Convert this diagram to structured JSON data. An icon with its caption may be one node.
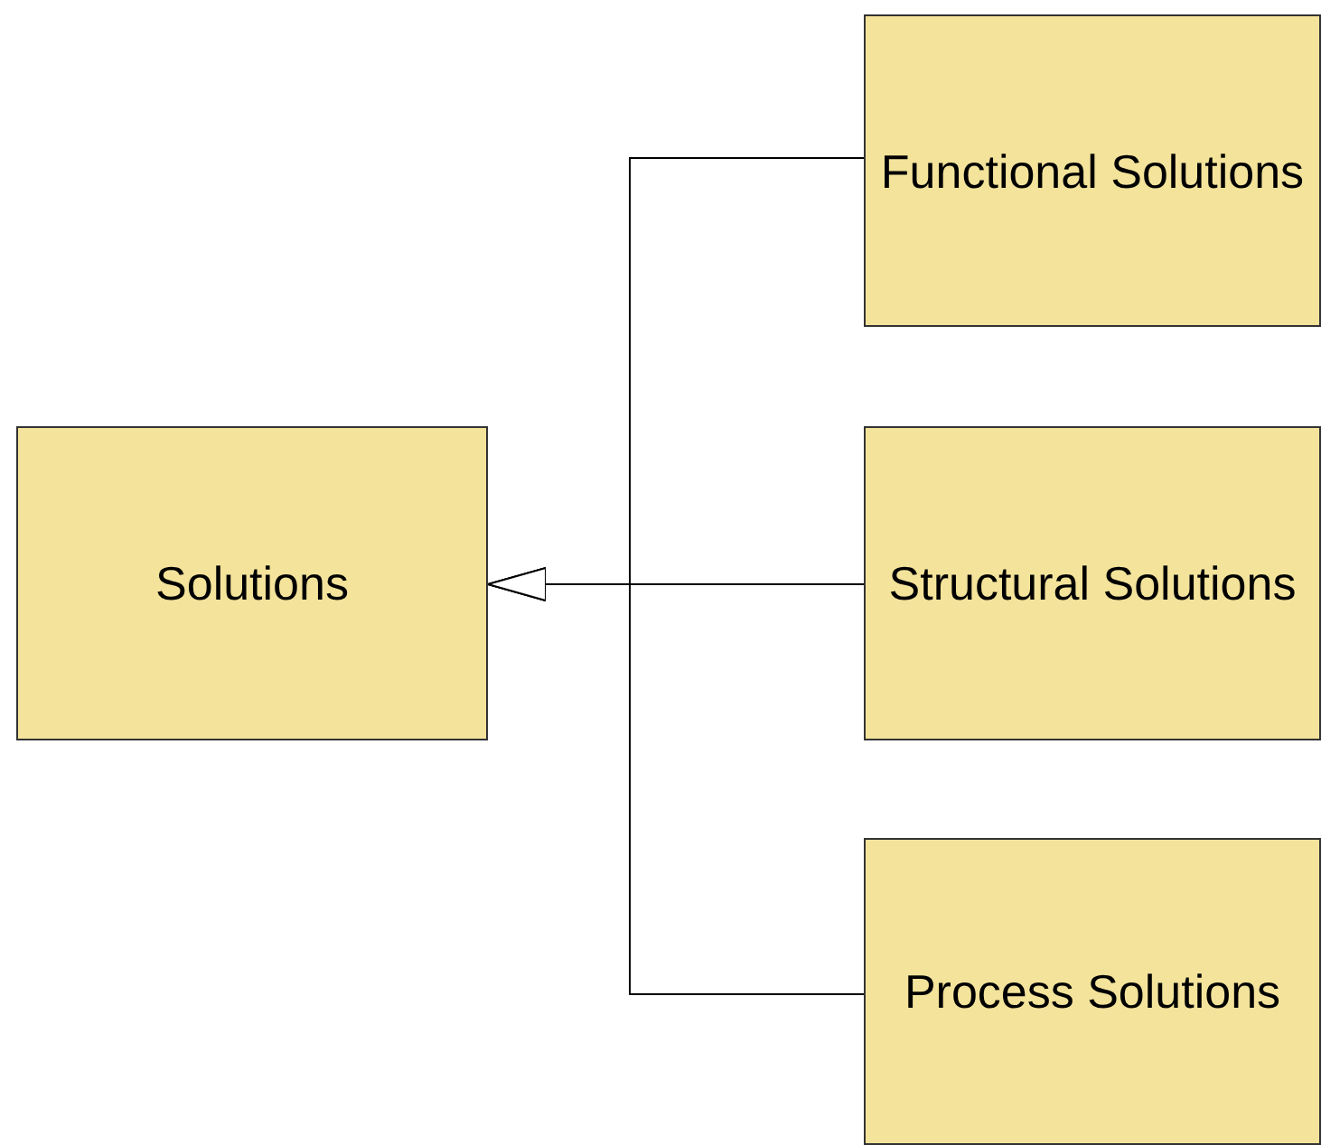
{
  "diagram": {
    "nodes": [
      {
        "text": [
          "Solutions"
        ]
      },
      {
        "text": [
          "Functional Solutions"
        ]
      },
      {
        "text": [
          "Structural Solutions"
        ]
      },
      {
        "text": [
          "Process Solutions"
        ]
      }
    ],
    "edges": [
      {
        "from": 1,
        "to": 0,
        "arrow": "to"
      },
      {
        "from": 2,
        "to": 0,
        "arrow": "to"
      },
      {
        "from": 3,
        "to": 0,
        "arrow": "to"
      }
    ]
  }
}
